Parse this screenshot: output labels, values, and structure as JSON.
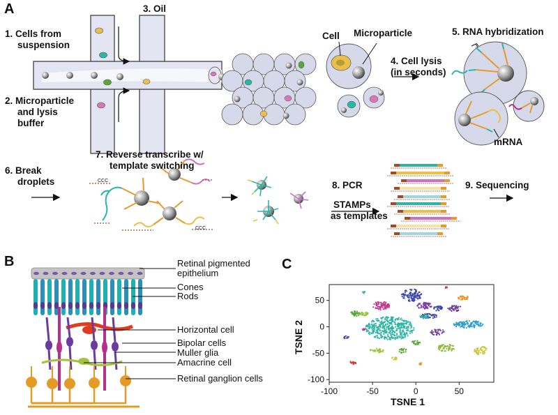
{
  "panels": {
    "a": "A",
    "b": "B",
    "c": "C"
  },
  "panel_a": {
    "step1": [
      "1. Cells from",
      "suspension"
    ],
    "step2": [
      "2. Microparticle",
      "and lysis",
      "buffer"
    ],
    "step3": "3. Oil",
    "cell": "Cell",
    "microparticle": "Microparticle",
    "step4": [
      "4. Cell lysis",
      "(in seconds)"
    ],
    "step5": "5. RNA hybridization",
    "mrna": "mRNA",
    "step6": [
      "6. Break",
      "droplets"
    ],
    "step7": [
      "7. Reverse transcribe w/",
      "template switching"
    ],
    "step8": [
      "8. PCR",
      "STAMPs",
      "as templates"
    ],
    "step9": "9. Sequencing",
    "ccc": "CCC"
  },
  "panel_b": {
    "labels": [
      [
        "Retinal pigmented",
        "epithelium"
      ],
      [
        "Cones"
      ],
      [
        "Rods"
      ],
      [
        "Horizontal cell"
      ],
      [
        "Bipolar cells"
      ],
      [
        "Muller glia"
      ],
      [
        "Amacrine cell"
      ],
      [
        "Retinal ganglion cells"
      ]
    ]
  },
  "chart_data": {
    "type": "scatter",
    "title": "",
    "xlabel": "TSNE 1",
    "ylabel": "TSNE 2",
    "xlim": [
      -100,
      90
    ],
    "ylim": [
      -105,
      80
    ],
    "xticks": [
      -100,
      -50,
      0,
      50
    ],
    "yticks": [
      50,
      0,
      -50,
      -100
    ],
    "clusters": [
      {
        "color": "#2ab5a5",
        "cx": -30,
        "cy": -3,
        "rx": 28,
        "ry": 22,
        "n": 420
      },
      {
        "color": "#3a46a8",
        "cx": -5,
        "cy": 60,
        "rx": 12,
        "ry": 12,
        "n": 110
      },
      {
        "color": "#c2368e",
        "cx": -40,
        "cy": 40,
        "rx": 10,
        "ry": 8,
        "n": 80
      },
      {
        "color": "#2f9fd0",
        "cx": 60,
        "cy": 5,
        "rx": 18,
        "ry": 7,
        "n": 120
      },
      {
        "color": "#e79a2a",
        "cx": 55,
        "cy": 55,
        "rx": 7,
        "ry": 4,
        "n": 30
      },
      {
        "color": "#7a3aa8",
        "cx": 10,
        "cy": 40,
        "rx": 9,
        "ry": 6,
        "n": 50
      },
      {
        "color": "#6e3b9b",
        "cx": 45,
        "cy": 35,
        "rx": 8,
        "ry": 6,
        "n": 40
      },
      {
        "color": "#3a46a8",
        "cx": 25,
        "cy": 35,
        "rx": 6,
        "ry": 5,
        "n": 30
      },
      {
        "color": "#5aa63a",
        "cx": -70,
        "cy": 25,
        "rx": 6,
        "ry": 5,
        "n": 40
      },
      {
        "color": "#9bc43a",
        "cx": -60,
        "cy": 25,
        "rx": 5,
        "ry": 4,
        "n": 25
      },
      {
        "color": "#9bc43a",
        "cx": -45,
        "cy": -45,
        "rx": 8,
        "ry": 4,
        "n": 30
      },
      {
        "color": "#6e3b9b",
        "cx": 25,
        "cy": -10,
        "rx": 8,
        "ry": 6,
        "n": 35
      },
      {
        "color": "#3a46a8",
        "cx": 15,
        "cy": 20,
        "rx": 10,
        "ry": 5,
        "n": 40
      },
      {
        "color": "#2ab5a5",
        "cx": 10,
        "cy": 20,
        "rx": 5,
        "ry": 4,
        "n": 20
      },
      {
        "color": "#8fb93a",
        "cx": 35,
        "cy": -40,
        "rx": 10,
        "ry": 7,
        "n": 55
      },
      {
        "color": "#c9c83a",
        "cx": 75,
        "cy": -45,
        "rx": 8,
        "ry": 8,
        "n": 50
      },
      {
        "color": "#d43a2a",
        "cx": -73,
        "cy": -68,
        "rx": 4,
        "ry": 3,
        "n": 15
      },
      {
        "color": "#5aa63a",
        "cx": -15,
        "cy": -45,
        "rx": 5,
        "ry": 5,
        "n": 20
      },
      {
        "color": "#5aa63a",
        "cx": 0,
        "cy": -30,
        "rx": 5,
        "ry": 4,
        "n": 20
      },
      {
        "color": "#3a46a8",
        "cx": -80,
        "cy": -20,
        "rx": 3,
        "ry": 3,
        "n": 10
      },
      {
        "color": "#2ab5a5",
        "cx": -60,
        "cy": 65,
        "rx": 2,
        "ry": 2,
        "n": 6
      },
      {
        "color": "#d43a2a",
        "cx": 35,
        "cy": 75,
        "rx": 2,
        "ry": 2,
        "n": 5
      },
      {
        "color": "#c2368e",
        "cx": -60,
        "cy": -5,
        "rx": 3,
        "ry": 2,
        "n": 8
      },
      {
        "color": "#c9c83a",
        "cx": -25,
        "cy": -60,
        "rx": 4,
        "ry": 3,
        "n": 12
      },
      {
        "color": "#e79a2a",
        "cx": 5,
        "cy": -70,
        "rx": 3,
        "ry": 2,
        "n": 8
      }
    ]
  },
  "colors": {
    "cell_cyan": "#2ab5a5",
    "cell_green": "#5aa63a",
    "cell_pink": "#d879b6",
    "cell_yellow": "#e9c14a",
    "droplet": "#d6d9ea",
    "bead": "#9a9a9a",
    "rpe": "#b8b8b8",
    "cone": "#1fb0b0",
    "rod": "#2d8fb5",
    "horizontal": "#e23a1c",
    "bipolar": "#6a3aa0",
    "amacrine": "#a4c23a",
    "ganglion": "#e69a26",
    "glia": "#b5308a"
  }
}
